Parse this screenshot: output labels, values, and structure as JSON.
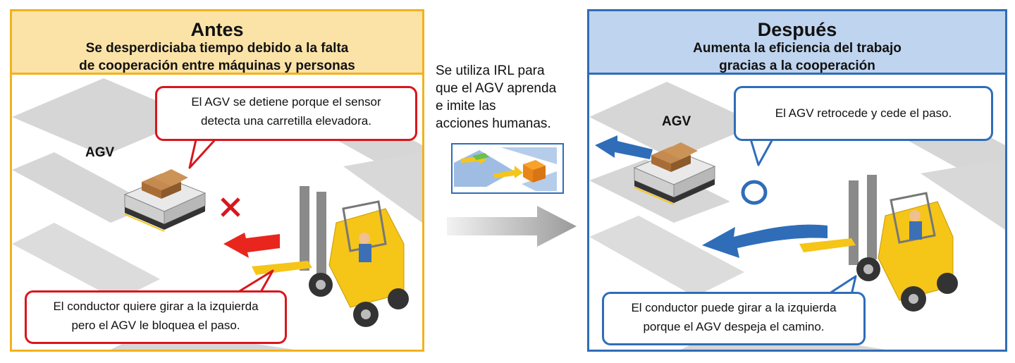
{
  "before": {
    "title": "Antes",
    "subtitle_line1": "Se desperdiciaba tiempo debido a la falta",
    "subtitle_line2": "de cooperación entre máquinas y personas",
    "agv_label": "AGV",
    "callout_top_line1": "El AGV se detiene porque el sensor",
    "callout_top_line2": "detecta una carretilla elevadora.",
    "callout_bottom_line1": "El conductor quiere girar a la izquierda",
    "callout_bottom_line2": "pero el AGV le bloquea el paso."
  },
  "middle": {
    "line1": "Se utiliza IRL para",
    "line2": "que el AGV aprenda",
    "line3": "e imite las",
    "line4": "acciones humanas."
  },
  "after": {
    "title": "Después",
    "subtitle_line1": "Aumenta la eficiencia del trabajo",
    "subtitle_line2": "gracias a la cooperación",
    "agv_label": "AGV",
    "callout_top": "El AGV retrocede y cede el paso.",
    "callout_bottom_line1": "El conductor puede girar a la izquierda",
    "callout_bottom_line2": "porque el AGV despeja el camino."
  },
  "colors": {
    "before_accent": "#f2b21c",
    "after_accent": "#2f6db8",
    "alert_red": "#d9161c",
    "forklift_yellow": "#f5c518"
  }
}
